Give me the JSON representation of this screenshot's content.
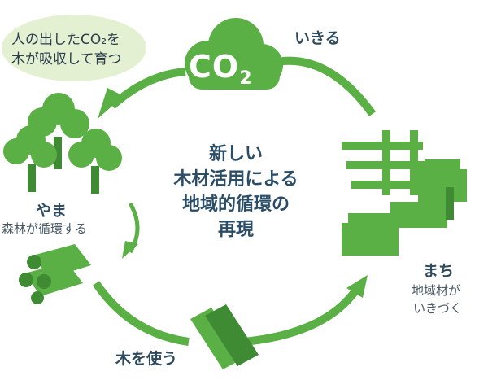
{
  "bubble": {
    "line1": "人の出したCO₂を",
    "line2": "木が吸収して育つ"
  },
  "co2": {
    "main": "CO",
    "sub": "2"
  },
  "ikiru": "いきる",
  "yama": {
    "title": "やま",
    "sub": "森林が循環する"
  },
  "machi": {
    "title": "まち",
    "sub1": "地域材が",
    "sub2": "いきづく"
  },
  "kiwotsukau": "木を使う",
  "center": {
    "line1": "新しい",
    "line2": "木材活用による",
    "line3": "地域的循環の",
    "line4": "再現"
  },
  "colors": {
    "green": "#5aaf45",
    "dark_green": "#3f8b33",
    "light_green": "#e4f0d2",
    "text": "#2f4a5c"
  }
}
